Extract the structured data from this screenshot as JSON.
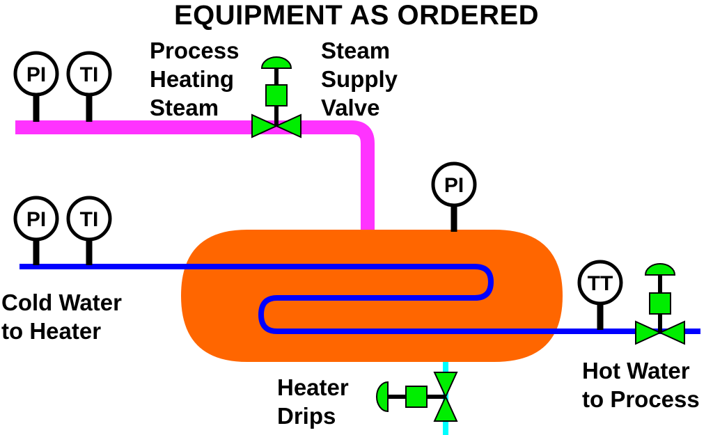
{
  "title": "EQUIPMENT AS ORDERED",
  "labels": {
    "process_steam": [
      "Process",
      "Heating",
      "Steam"
    ],
    "steam_valve": [
      "Steam",
      "Supply",
      "Valve"
    ],
    "cold_water": [
      "Cold Water",
      "to Heater"
    ],
    "hot_water": [
      "Hot Water",
      "to Process"
    ],
    "heater_drips": [
      "Heater",
      "Drips"
    ]
  },
  "instruments": {
    "steam_pi": "PI",
    "steam_ti": "TI",
    "water_pi": "PI",
    "water_ti": "TI",
    "vessel_pi": "PI",
    "outlet_tt": "TT"
  },
  "colors": {
    "steam_line": "#ff33ff",
    "water_line": "#0000ff",
    "drain_line": "#00ffff",
    "vessel": "#ff6600",
    "valve": "#00ee00",
    "outline": "#000000"
  }
}
